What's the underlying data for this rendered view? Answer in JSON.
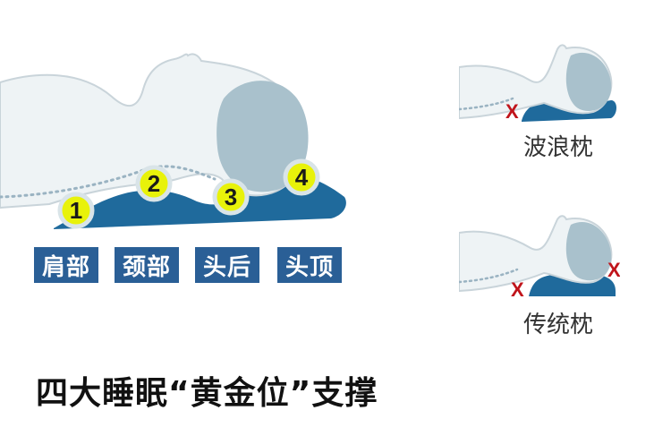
{
  "markers": [
    {
      "number": "1",
      "label": "肩部"
    },
    {
      "number": "2",
      "label": "颈部"
    },
    {
      "number": "3",
      "label": "头后"
    },
    {
      "number": "4",
      "label": "头顶"
    }
  ],
  "comparisons": [
    {
      "caption": "波浪枕",
      "mark": "X"
    },
    {
      "caption": "传统枕",
      "mark": "X"
    }
  ],
  "title": "四大睡眠“黄金位”支撑",
  "colors": {
    "pillow": "#1f6a9c",
    "label_bg": "#2a5f96",
    "marker_fill": "#e8f20a",
    "head": "#a9c1cc",
    "body_outline": "#c9d4da",
    "wrong_mark": "#c0141b"
  }
}
